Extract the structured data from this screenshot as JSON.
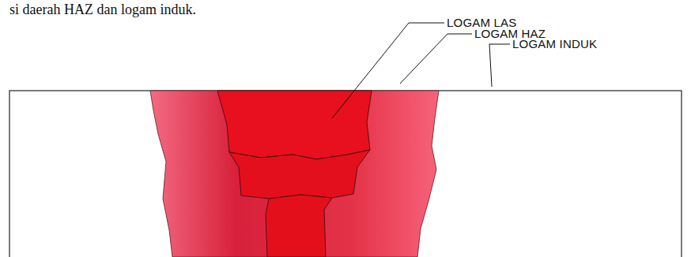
{
  "diagram": {
    "labels": [
      "si daerah HAZ dan logam induk.",
      "LOGAM LAS",
      "LOGAM HAZ",
      "LOGAM INDUK"
    ]
  }
}
